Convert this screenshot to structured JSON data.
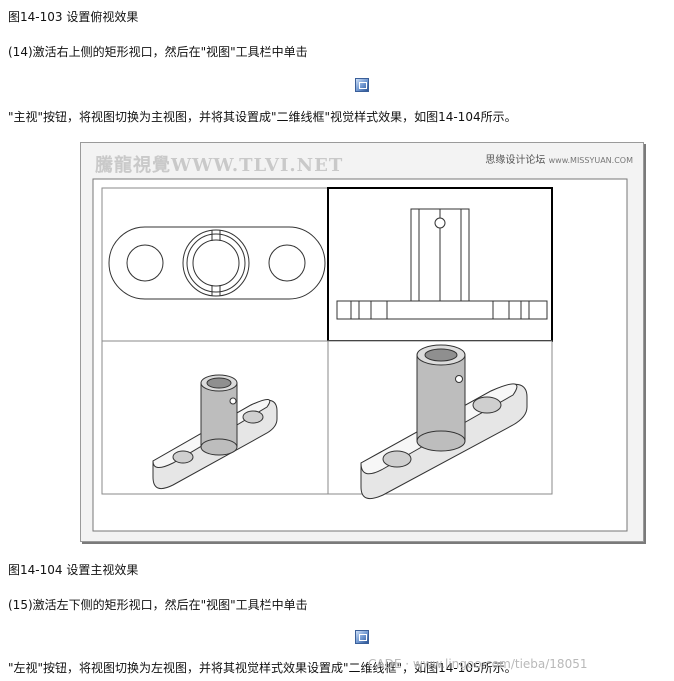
{
  "caption1": "图14-103 设置俯视效果",
  "step14_text": "(14)激活右上侧的矩形视口，然后在\"视图\"工具栏中单击",
  "step14_icon": "front-view-button-icon",
  "step14_cont": "\"主视\"按钮，将视图切换为主视图，并将其设置成\"二维线框\"视觉样式效果，如图14-104所示。",
  "figure": {
    "watermark_left": "騰龍視覺WWW.TLVI.NET",
    "watermark_right_cn": "思缘设计论坛",
    "watermark_right_url": "www.MISSYUAN.COM"
  },
  "caption2": "图14-104 设置主视效果",
  "step15_text": "(15)激活左下侧的矩形视口，然后在\"视图\"工具栏中单击",
  "step15_icon": "left-view-button-icon",
  "step15_cont": "\"左视\"按钮，将视图切换为左视图，并将其视觉样式效果设置成\"二维线框\"，如图14-105所示。",
  "footer_watermark": "CADE · www.lingoo.com/tieba/18051",
  "colors": {
    "text": "#111111",
    "figure_bg": "#f3f3f3",
    "active_viewport_border": "#000000"
  }
}
